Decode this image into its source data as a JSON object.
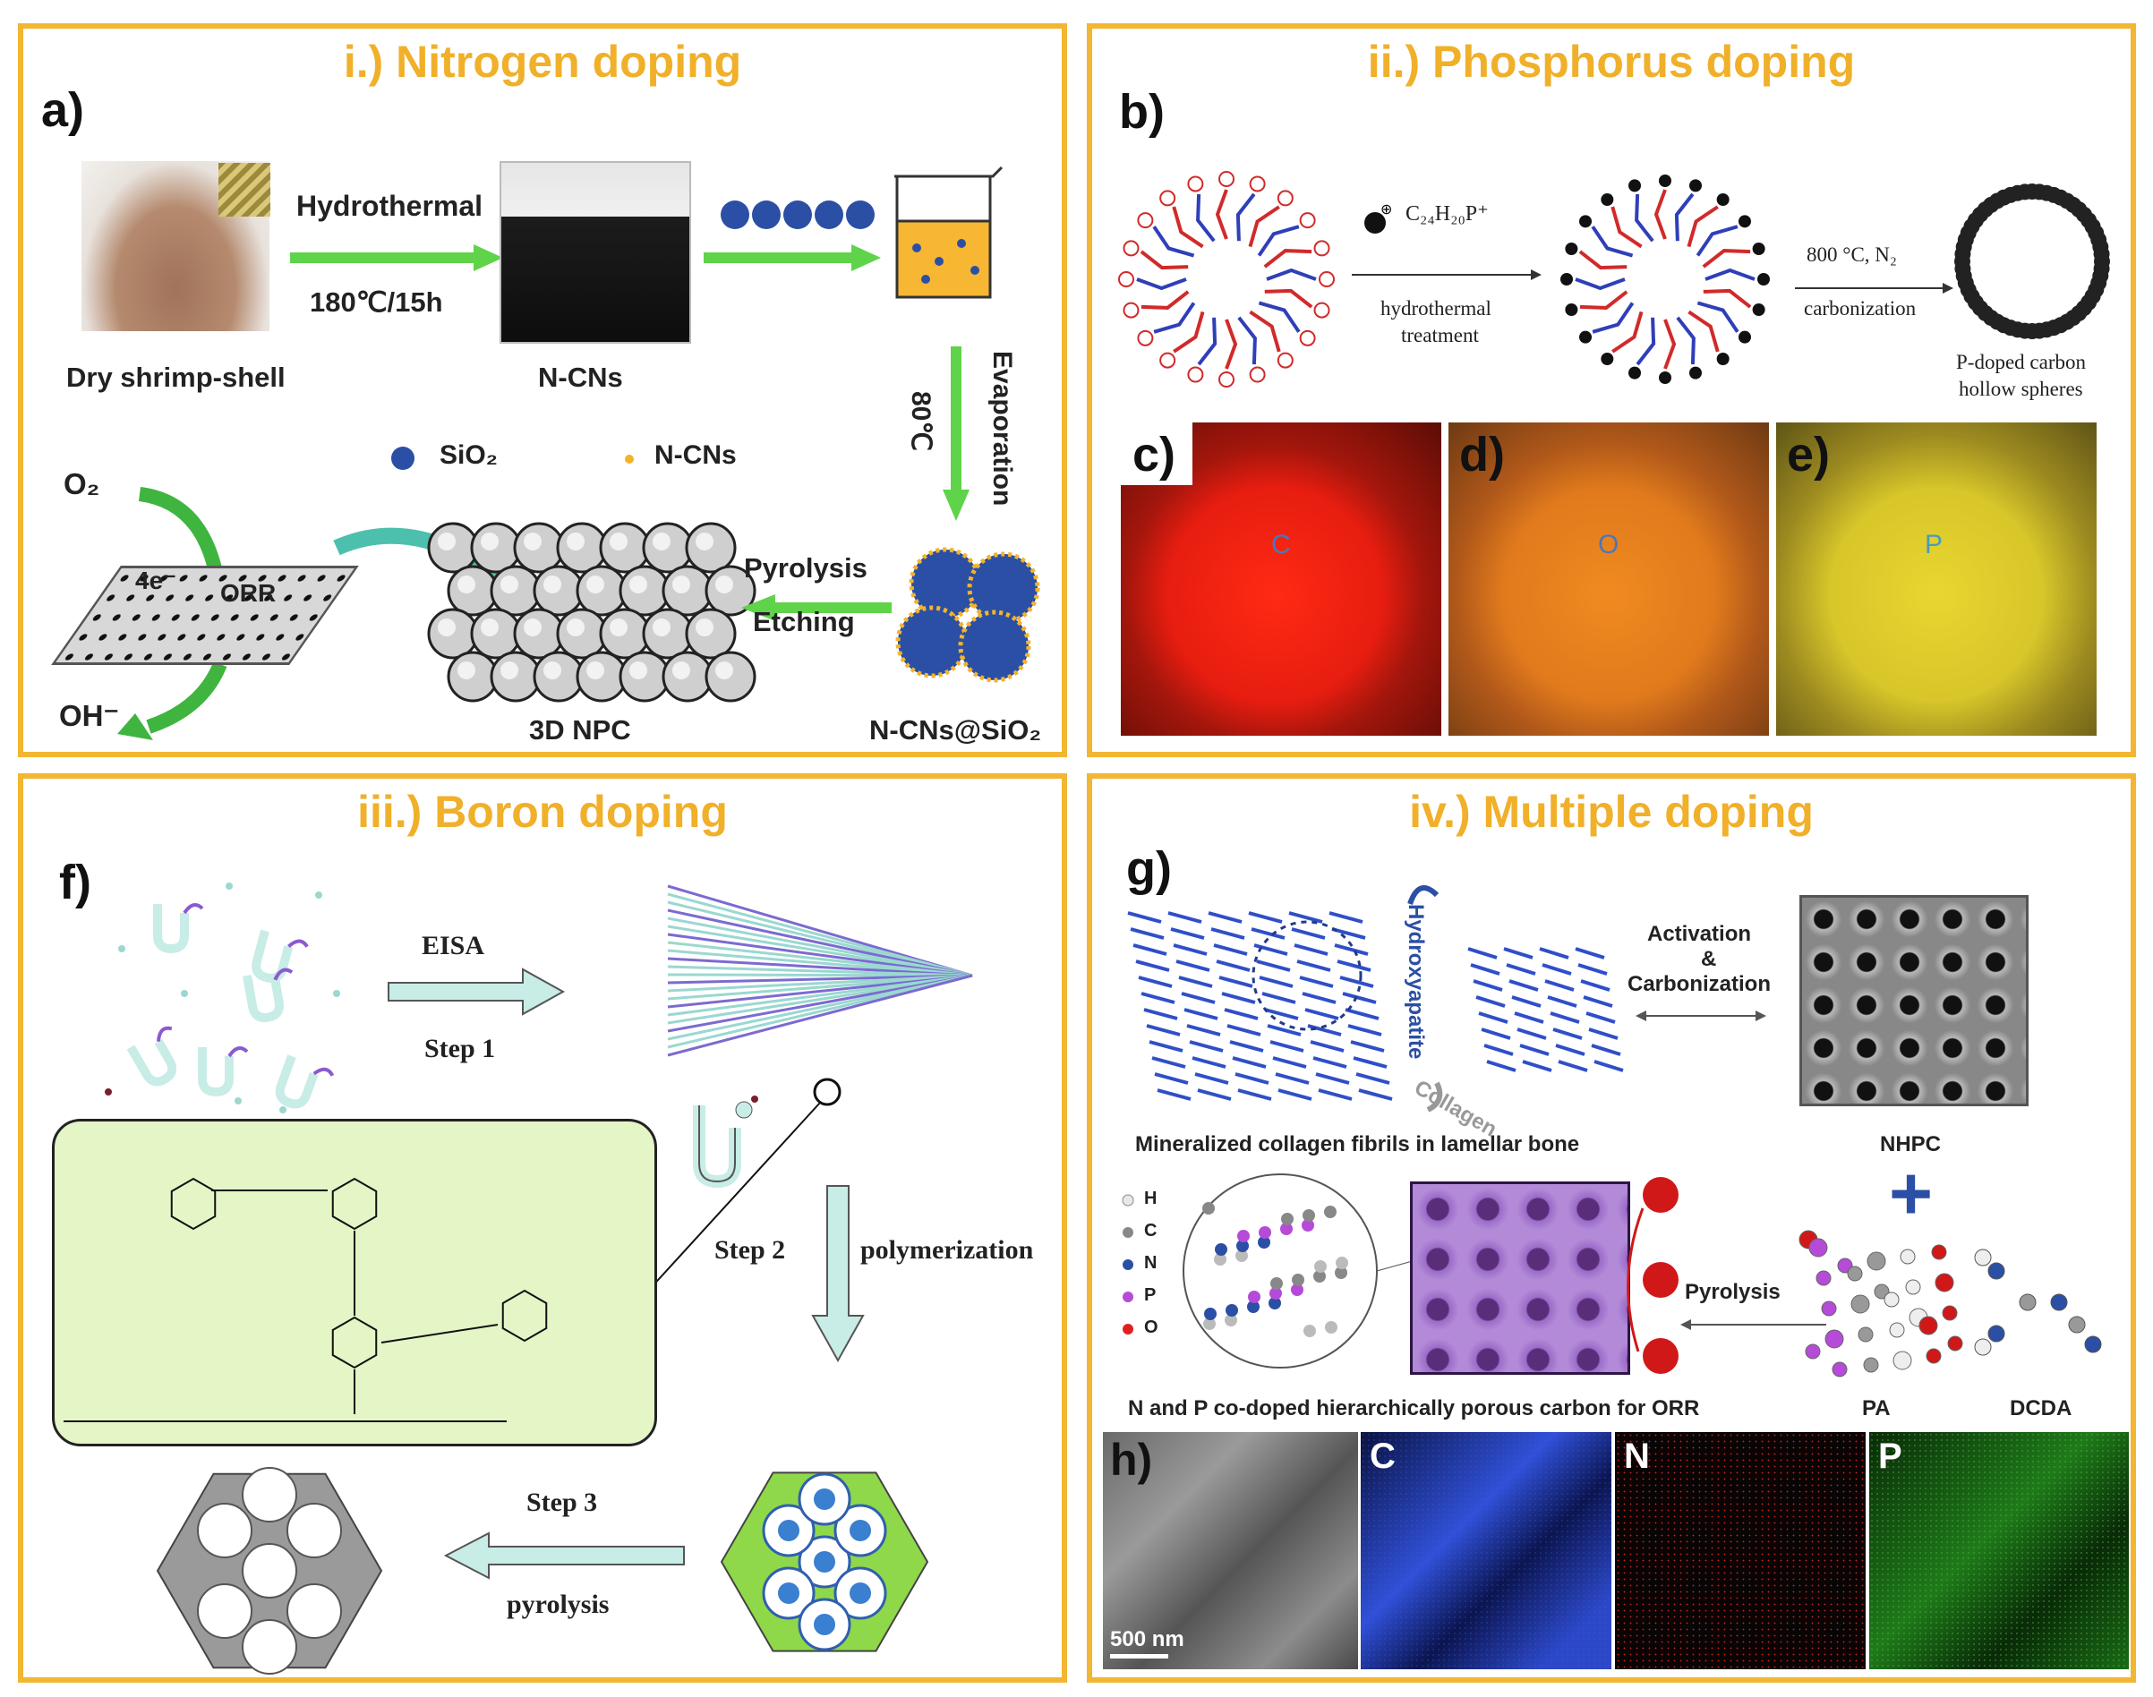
{
  "panels": {
    "p1": {
      "title": "i.) Nitrogen doping"
    },
    "p2": {
      "title": "ii.) Phosphorus doping"
    },
    "p3": {
      "title": "iii.) Boron doping"
    },
    "p4": {
      "title": "iv.) Multiple doping"
    }
  },
  "nitrogen": {
    "label_a": "a)",
    "hydrothermal": "Hydrothermal",
    "cond": "180℃/15h",
    "dry_shrimp": "Dry shrimp-shell",
    "ncns": "N-CNs",
    "evaporation": "Evaporation",
    "temp80": "80℃",
    "legend_sio2": "SiO₂",
    "legend_ncns": "N-CNs",
    "o2": "O₂",
    "oh": "OH⁻",
    "e4": "4e⁻",
    "orr": "ORR",
    "pyrolysis": "Pyrolysis",
    "etching": "Etching",
    "npc": "3D NPC",
    "ncns_sio2": "N-CNs@SiO₂"
  },
  "phosphorus": {
    "label_b": "b)",
    "formula": "C₂₄H₂₀P⁺",
    "hydro1": "hydrothermal",
    "hydro2": "treatment",
    "cond": "800 °C, N₂",
    "carb": "carbonization",
    "pdoped1": "P-doped carbon",
    "pdoped2": "hollow spheres",
    "label_c": "c)",
    "label_d": "d)",
    "label_e": "e)",
    "el_c": "C",
    "el_o": "O",
    "el_p": "P"
  },
  "boron": {
    "label_f": "f)",
    "eisa": "EISA",
    "step1": "Step 1",
    "step2": "Step 2",
    "polymerization": "polymerization",
    "step3": "Step 3",
    "pyrolysis": "pyrolysis"
  },
  "multiple": {
    "label_g": "g)",
    "hydroxyapatite": "Hydroxyapatite",
    "collagen": "Collagen",
    "activation": "Activation",
    "amp": "&",
    "carbonization": "Carbonization",
    "mineral": "Mineralized collagen fibrils in lamellar bone",
    "nhpc": "NHPC",
    "legend": [
      "H",
      "C",
      "N",
      "P",
      "O"
    ],
    "pyrolysis": "Pyrolysis",
    "caption": "N and P co-doped hierarchically porous carbon for ORR",
    "pa": "PA",
    "dcda": "DCDA",
    "label_h": "h)",
    "scale": "500 nm",
    "map_c": "C",
    "map_n": "N",
    "map_p": "P"
  },
  "colors": {
    "frame": "#f2b632",
    "title": "#f0b02a",
    "arrow_green": "#5fd34a",
    "arrow_teal": "#c8ece6"
  }
}
